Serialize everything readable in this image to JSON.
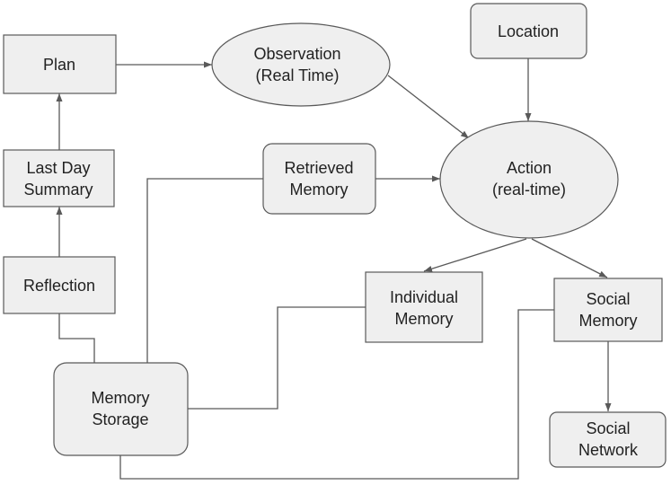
{
  "colors": {
    "node_fill": "#efefef",
    "node_stroke": "#595959",
    "line": "#595959",
    "text": "#222222"
  },
  "nodes": {
    "plan": {
      "lines": [
        "Plan"
      ]
    },
    "observation": {
      "lines": [
        "Observation",
        "(Real Time)"
      ]
    },
    "location": {
      "lines": [
        "Location"
      ]
    },
    "last_day_summary": {
      "lines": [
        "Last Day",
        "Summary"
      ]
    },
    "retrieved_memory": {
      "lines": [
        "Retrieved",
        "Memory"
      ]
    },
    "action": {
      "lines": [
        "Action",
        "(real-time)"
      ]
    },
    "reflection": {
      "lines": [
        "Reflection"
      ]
    },
    "individual_memory": {
      "lines": [
        "Individual",
        "Memory"
      ]
    },
    "social_memory": {
      "lines": [
        "Social",
        "Memory"
      ]
    },
    "memory_storage": {
      "lines": [
        "Memory",
        "Storage"
      ]
    },
    "social_network": {
      "lines": [
        "Social",
        "Network"
      ]
    }
  },
  "edges": [
    {
      "from": "plan",
      "to": "observation",
      "arrow": true
    },
    {
      "from": "observation",
      "to": "action",
      "arrow": true
    },
    {
      "from": "location",
      "to": "action",
      "arrow": true
    },
    {
      "from": "retrieved_memory",
      "to": "action",
      "arrow": true
    },
    {
      "from": "last_day_summary",
      "to": "plan",
      "arrow": true
    },
    {
      "from": "reflection",
      "to": "last_day_summary",
      "arrow": true
    },
    {
      "from": "action",
      "to": "individual_memory",
      "arrow": true
    },
    {
      "from": "action",
      "to": "social_memory",
      "arrow": true
    },
    {
      "from": "social_memory",
      "to": "social_network",
      "arrow": true
    },
    {
      "from": "memory_storage",
      "to": "retrieved_memory",
      "arrow": false
    },
    {
      "from": "memory_storage",
      "to": "reflection",
      "arrow": false
    },
    {
      "from": "memory_storage",
      "to": "individual_memory",
      "arrow": false
    },
    {
      "from": "memory_storage",
      "to": "social_memory",
      "arrow": false
    }
  ]
}
